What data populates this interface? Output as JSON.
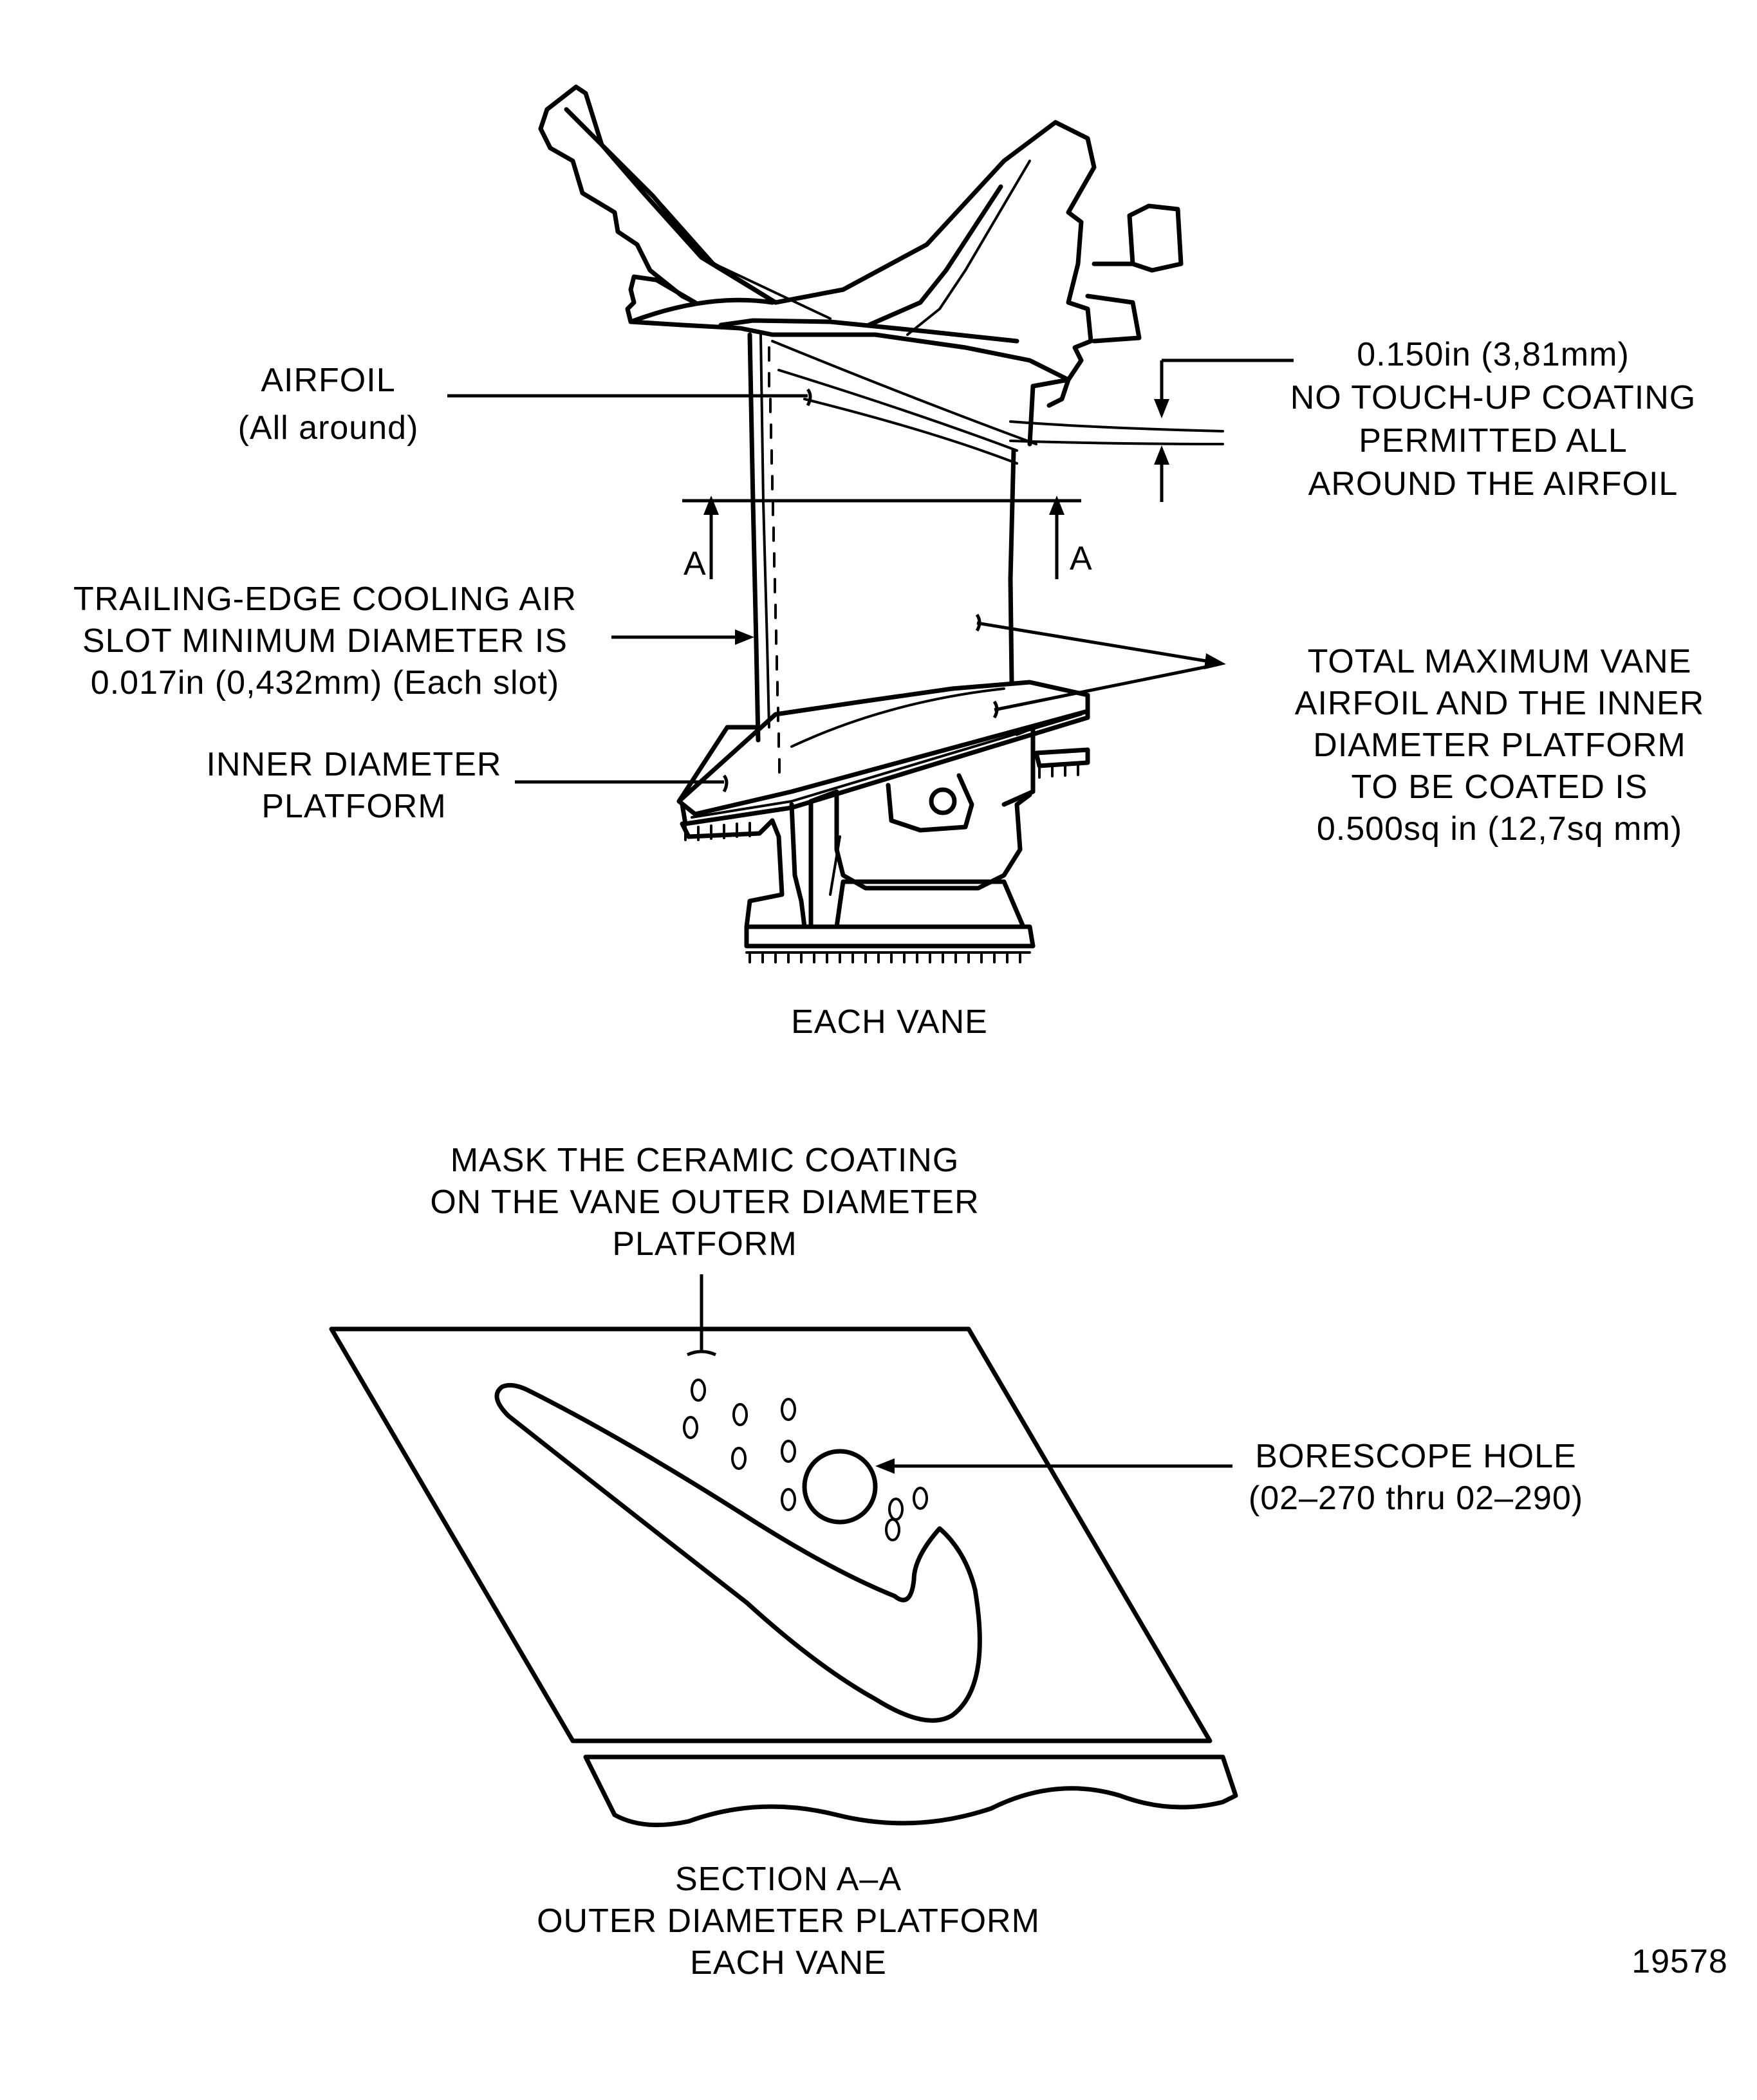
{
  "figure_number": "19578",
  "top_view": {
    "caption": "EACH VANE",
    "airfoil_label": [
      "AIRFOIL",
      "(All around)"
    ],
    "no_touchup_label": [
      "0.150in (3,81mm)",
      "NO TOUCH-UP COATING",
      "PERMITTED ALL",
      "AROUND THE AIRFOIL"
    ],
    "trailing_edge_label": [
      "TRAILING-EDGE COOLING AIR",
      "SLOT MINIMUM DIAMETER IS",
      "0.017in (0,432mm)  (Each slot)"
    ],
    "inner_platform_label": [
      "INNER DIAMETER",
      "PLATFORM"
    ],
    "total_max_label": [
      "TOTAL MAXIMUM VANE",
      "AIRFOIL AND THE INNER",
      "DIAMETER PLATFORM",
      "TO BE COATED IS",
      "0.500sq in (12,7sq mm)"
    ],
    "section_marker": "A"
  },
  "section_view": {
    "mask_label": [
      "MASK THE CERAMIC COATING",
      "ON THE VANE OUTER DIAMETER",
      "PLATFORM"
    ],
    "borescope_label": [
      "BORESCOPE HOLE",
      "(02–270 thru 02–290)"
    ],
    "caption": [
      "SECTION A–A",
      "OUTER DIAMETER PLATFORM",
      "EACH VANE"
    ]
  }
}
